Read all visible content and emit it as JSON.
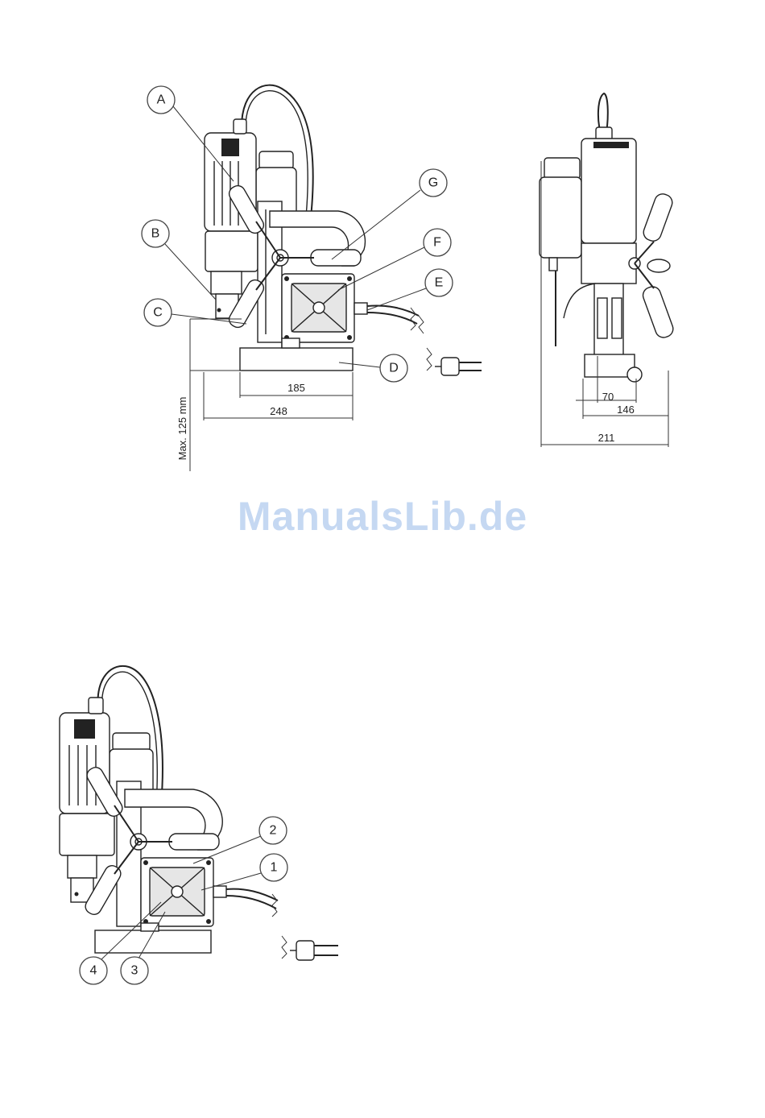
{
  "figure1": {
    "callouts": [
      "A",
      "B",
      "C",
      "D",
      "E",
      "F",
      "G"
    ],
    "dimensions": {
      "base_width": "185",
      "overall_width": "248",
      "max_stroke": "Max. 125 mm"
    }
  },
  "figure2": {
    "dimensions": {
      "inner": "70",
      "middle": "146",
      "overall": "211"
    }
  },
  "figure3": {
    "callouts": [
      "2",
      "1",
      "4",
      "3"
    ]
  },
  "watermark": "ManualsLib.de"
}
